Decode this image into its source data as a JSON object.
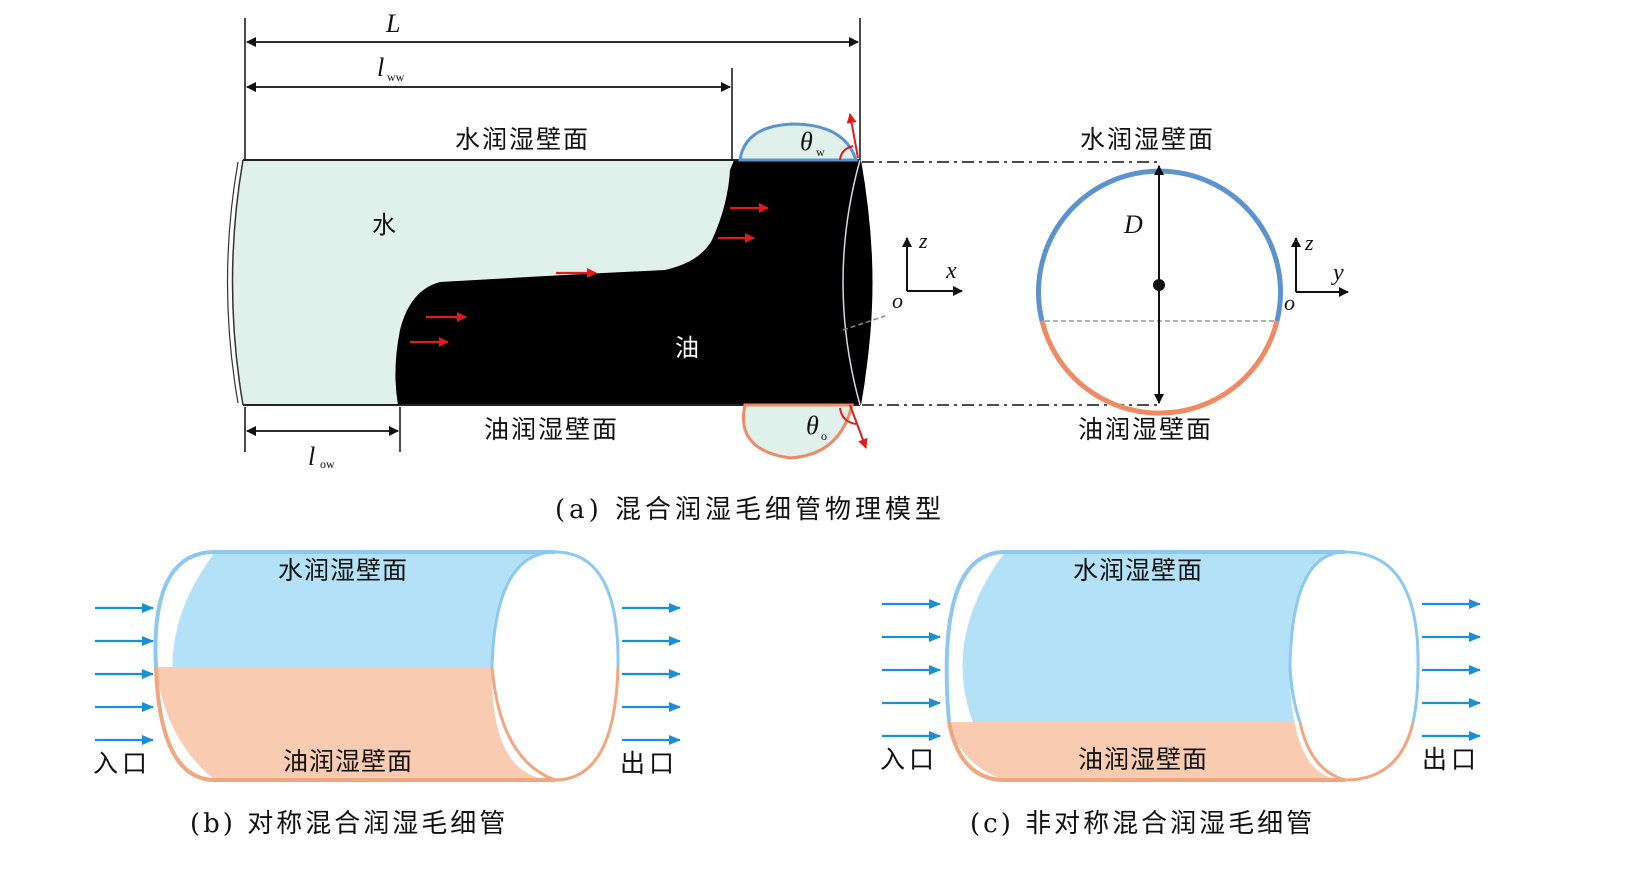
{
  "colors": {
    "water_fill": "#e0f0ea",
    "oil_fill": "#000000",
    "water_wall": "#5b93cf",
    "oil_wall": "#ef8a65",
    "flow_arrow": "#e01b1b",
    "tube_water": "#b3e1f7",
    "tube_water_edge": "#8cc8ef",
    "tube_oil": "#f9ccb1",
    "tube_oil_edge": "#f2a680",
    "inlet_arrow": "#1a90d4"
  },
  "panel_a": {
    "caption": "(a) 混合润湿毛细管物理模型",
    "dim_L": "L",
    "dim_lww": "l",
    "dim_lww_sub": "ww",
    "dim_low": "l",
    "dim_low_sub": "ow",
    "top_wall_label": "水润湿壁面",
    "bottom_wall_label": "油润湿壁面",
    "water_label": "水",
    "oil_label": "油",
    "theta_w": "θ",
    "theta_w_sub": "w",
    "theta_o": "θ",
    "theta_o_sub": "o",
    "axis_z": "z",
    "axis_x": "x",
    "axis_o": "o",
    "cross_section": {
      "top_label": "水润湿壁面",
      "bottom_label": "油润湿壁面",
      "dim_D": "D",
      "axis_z": "z",
      "axis_y": "y",
      "axis_o": "o"
    }
  },
  "panel_b": {
    "caption": "(b) 对称混合润湿毛细管",
    "top_label": "水润湿壁面",
    "bottom_label": "油润湿壁面",
    "inlet": "入口",
    "outlet": "出口",
    "water_fraction": 0.5
  },
  "panel_c": {
    "caption": "(c) 非对称混合润湿毛细管",
    "top_label": "水润湿壁面",
    "bottom_label": "油润湿壁面",
    "inlet": "入口",
    "outlet": "出口",
    "water_fraction": 0.74
  }
}
